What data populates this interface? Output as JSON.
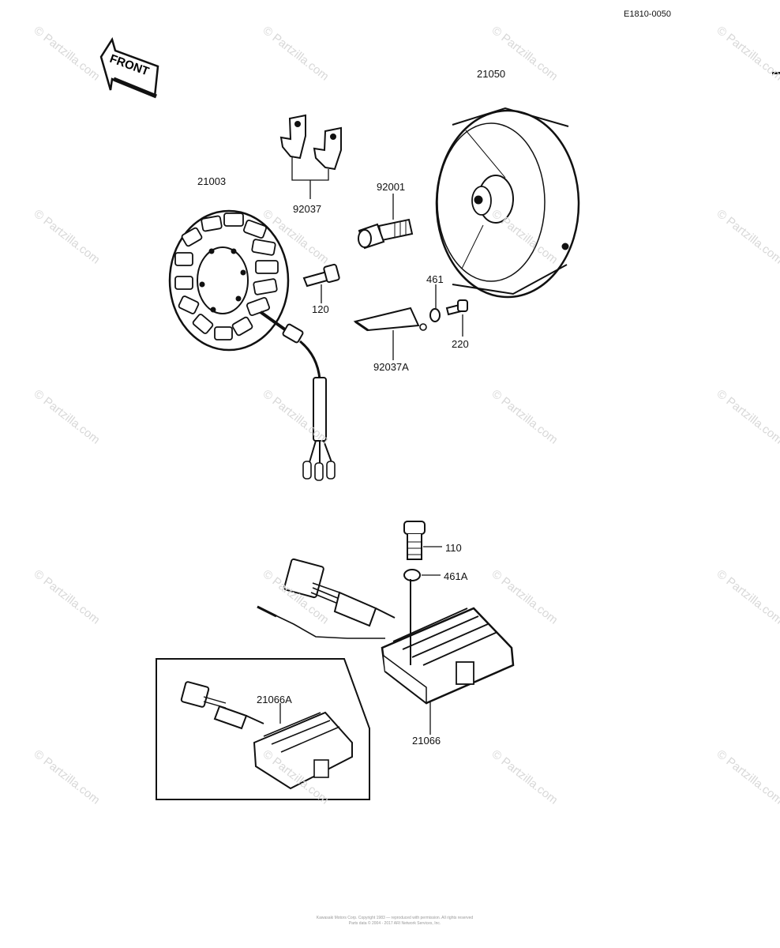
{
  "diagram": {
    "code": "E1810-0050",
    "front_label": "FRONT",
    "watermark": "© Partzilla.com",
    "footer_line1": "Kawasaki Motors Corp. Copyright 1983 — reproduced with permission. All rights reserved",
    "footer_line2": "Parts data © 2004 - 2017 ARI Network Services, Inc.",
    "parts": [
      {
        "id": "21050",
        "label": "21050"
      },
      {
        "id": "21003",
        "label": "21003"
      },
      {
        "id": "92037",
        "label": "92037"
      },
      {
        "id": "92001",
        "label": "92001"
      },
      {
        "id": "120",
        "label": "120"
      },
      {
        "id": "461",
        "label": "461"
      },
      {
        "id": "220",
        "label": "220"
      },
      {
        "id": "92037A",
        "label": "92037A"
      },
      {
        "id": "110",
        "label": "110"
      },
      {
        "id": "461A",
        "label": "461A"
      },
      {
        "id": "21066A",
        "label": "21066A"
      },
      {
        "id": "21066",
        "label": "21066"
      }
    ]
  }
}
